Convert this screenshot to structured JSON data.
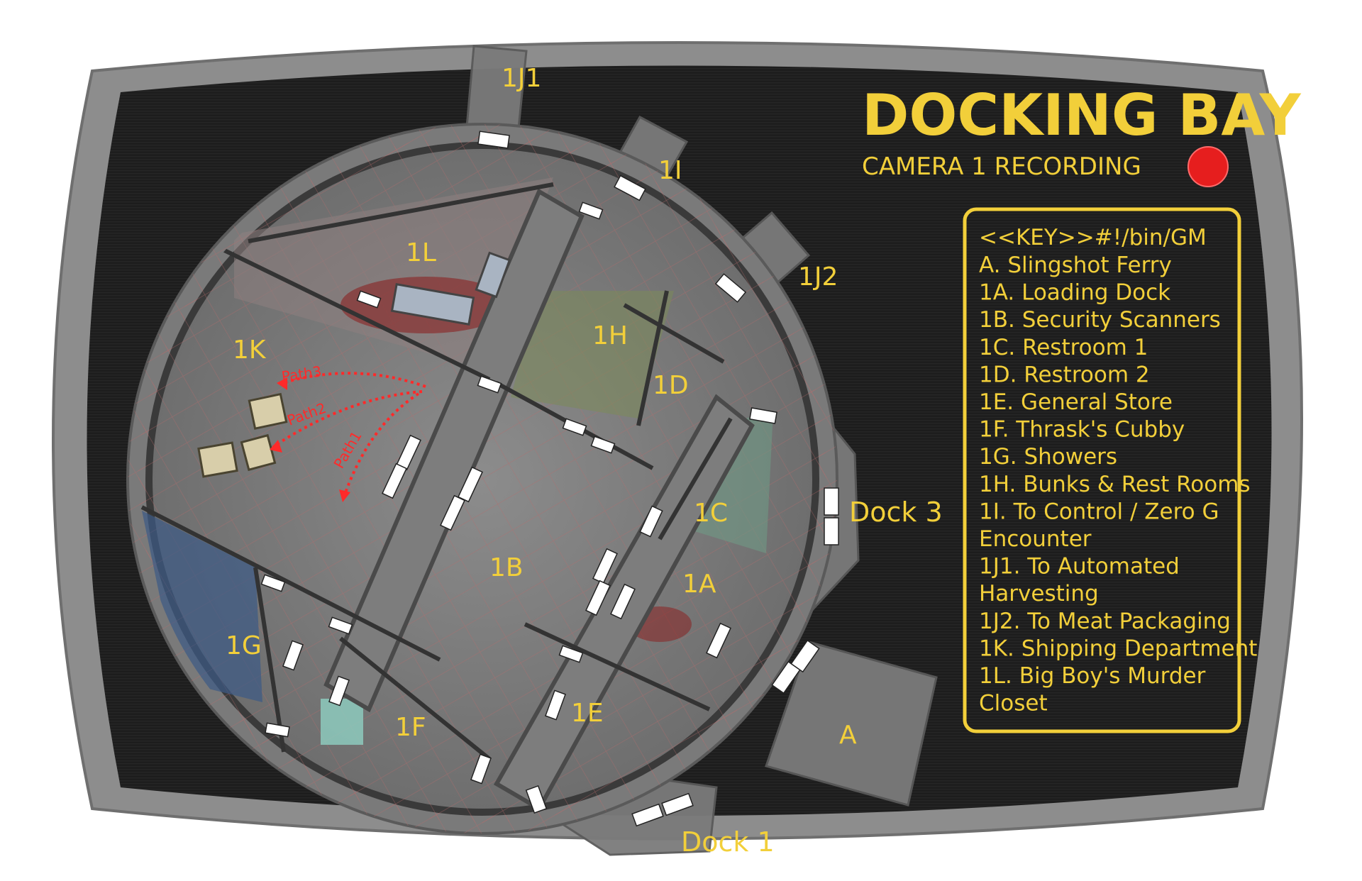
{
  "title": "DOCKING BAY",
  "subtitle": "CAMERA 1 RECORDING",
  "colors": {
    "text": "#f2cf3a",
    "recording_dot": "#e61e1e",
    "path": "#ff2a2a",
    "screen": "#1c1c1c",
    "bezel": "#8a8a8a"
  },
  "key": {
    "header": "<<KEY>>#!/bin/GM",
    "lines": [
      "A. Slingshot Ferry",
      "1A. Loading Dock",
      "1B. Security Scanners",
      "1C. Restroom 1",
      "1D. Restroom 2",
      "1E. General Store",
      "1F. Thrask's Cubby",
      "1G. Showers",
      "1H. Bunks & Rest Rooms",
      "1I. To Control / Zero G",
      "Encounter",
      "1J1. To Automated",
      "Harvesting",
      "1J2. To Meat Packaging",
      "1K. Shipping Department",
      "1L. Big Boy's Murder",
      "Closet"
    ]
  },
  "rooms": {
    "r1J1": "1J1",
    "r1I": "1I",
    "r1J2": "1J2",
    "r1L": "1L",
    "r1K": "1K",
    "r1H": "1H",
    "r1D": "1D",
    "r1C": "1C",
    "r1B": "1B",
    "r1A": "1A",
    "r1G": "1G",
    "r1F": "1F",
    "r1E": "1E",
    "rA": "A",
    "dock3": "Dock 3",
    "dock1": "Dock 1"
  },
  "paths": {
    "p1": "Path1",
    "p2": "Path2",
    "p3": "Path3"
  }
}
